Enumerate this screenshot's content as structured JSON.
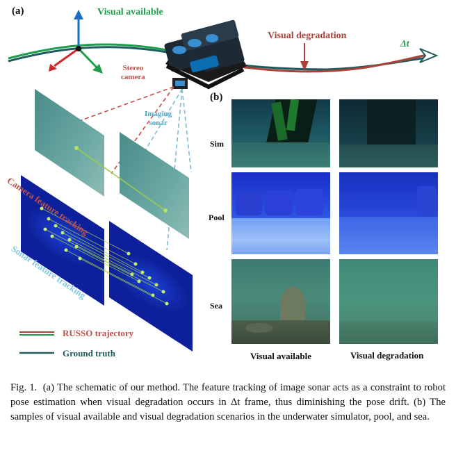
{
  "panel_a": {
    "letter": "(a)",
    "visual_available": "Visual available",
    "visual_degradation": "Visual degradation",
    "delta_t": "Δt",
    "stereo_camera": [
      "Stereo",
      "camera"
    ],
    "imaging_sonar": [
      "Imaging",
      "sonar"
    ],
    "camera_feature_tracking": "Camera feature tracking",
    "sonar_feature_tracking": "Sonar feature tracking",
    "legend": {
      "russo": "RUSSO trajectory",
      "ground_truth": "Ground truth"
    }
  },
  "panel_b": {
    "letter": "(b)",
    "rows": [
      "Sim",
      "Pool",
      "Sea"
    ],
    "columns": [
      "Visual available",
      "Visual degradation"
    ]
  },
  "caption": {
    "prefix": "Fig. 1.",
    "text": "(a) The schematic of our method. The feature tracking of image sonar acts as a constraint to robot pose estimation when visual degradation occurs in Δt frame, thus diminishing the pose drift. (b) The samples of visual available and visual degradation scenarios in the underwater simulator, pool, and sea."
  },
  "colors": {
    "green": "#1e9e4a",
    "red": "#a8433a",
    "teal": "#1f5b5e",
    "blue_label": "#4aa8c8",
    "red_label": "#c0504a"
  }
}
